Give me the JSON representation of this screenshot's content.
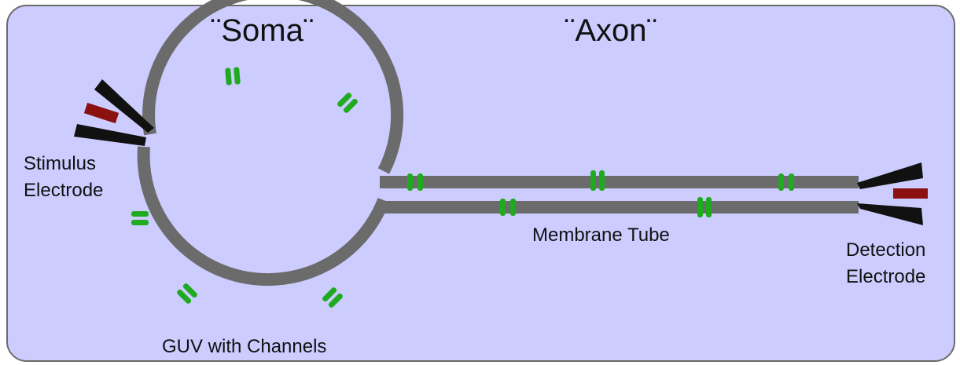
{
  "labels": {
    "soma": "¨Soma¨",
    "axon": "¨Axon¨",
    "stimulus_line1": "Stimulus",
    "stimulus_line2": "Electrode",
    "detection_line1": "Detection",
    "detection_line2": "Electrode",
    "membrane_tube": "Membrane Tube",
    "guv": "GUV with Channels"
  },
  "colors": {
    "background": "#ccccff",
    "membrane": "#6b6b6b",
    "channel": "#1faa1f",
    "electrode": "#111111",
    "electrode_tip": "#8b1010"
  }
}
